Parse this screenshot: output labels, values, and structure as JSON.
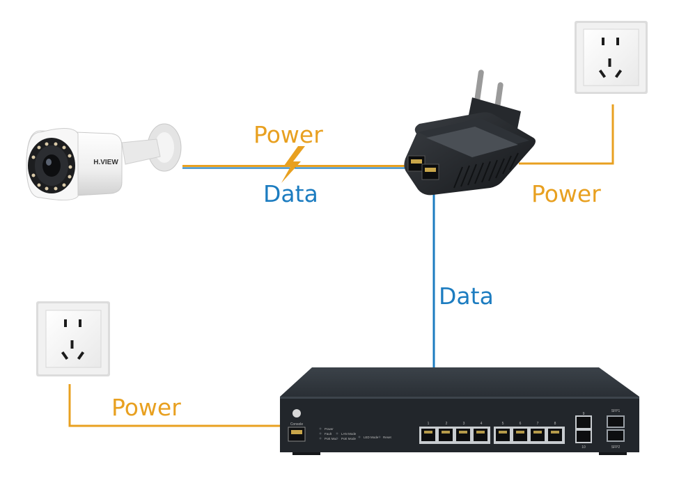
{
  "colors": {
    "power": "#E8A020",
    "data": "#1C7CC0",
    "device_dark": "#23272b",
    "camera_body": "#f4f4f4",
    "socket_frame": "#ececec"
  },
  "labels": {
    "camera_power": "Power",
    "camera_data": "Data",
    "injector_power": "Power",
    "uplink_data": "Data",
    "switch_power": "Power"
  },
  "camera": {
    "brand": "H.VIEW"
  },
  "switch": {
    "console_label": "Console",
    "led_labels": [
      "Power",
      "Fault",
      "PoE Max",
      "LAN Mode",
      "PoE Mode",
      "LED Mode",
      "Reset"
    ],
    "port_numbers": [
      "1",
      "2",
      "3",
      "4",
      "5",
      "6",
      "7",
      "8"
    ],
    "uplink_labels": [
      "9",
      "10"
    ],
    "sfp_labels": [
      "SFP1",
      "SFP2"
    ]
  },
  "icons": [
    "lightning-icon",
    "wall-socket-icon",
    "ip-camera-icon",
    "poe-injector-icon",
    "network-switch-icon"
  ]
}
